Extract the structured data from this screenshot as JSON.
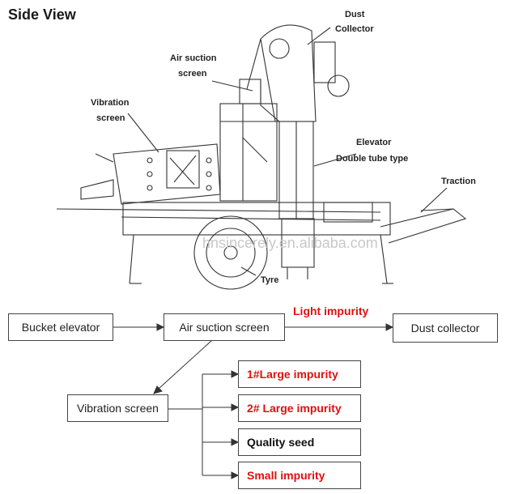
{
  "title": "Side View",
  "labels": {
    "dust": "Dust",
    "collector": "Collector",
    "air_suction_1": "Air suction",
    "air_suction_2": "screen",
    "vibration_1": "Vibration",
    "vibration_2": "screen",
    "elevator_1": "Elevator",
    "elevator_2": "Double tube type",
    "traction": "Traction",
    "tyre": "Tyre"
  },
  "watermark": "hnsincerely.en.alibaba.com",
  "flow": {
    "bucket_elevator": "Bucket elevator",
    "air_suction_screen": "Air suction screen",
    "light_impurity": "Light impurity",
    "dust_collector": "Dust collector",
    "vibration_screen": "Vibration screen",
    "large_impurity_1": "1#Large impurity",
    "large_impurity_2": "2# Large impurity",
    "quality_seed": "Quality seed",
    "small_impurity": "Small impurity"
  },
  "colors": {
    "line": "#333333",
    "highlight": "#e01010"
  }
}
